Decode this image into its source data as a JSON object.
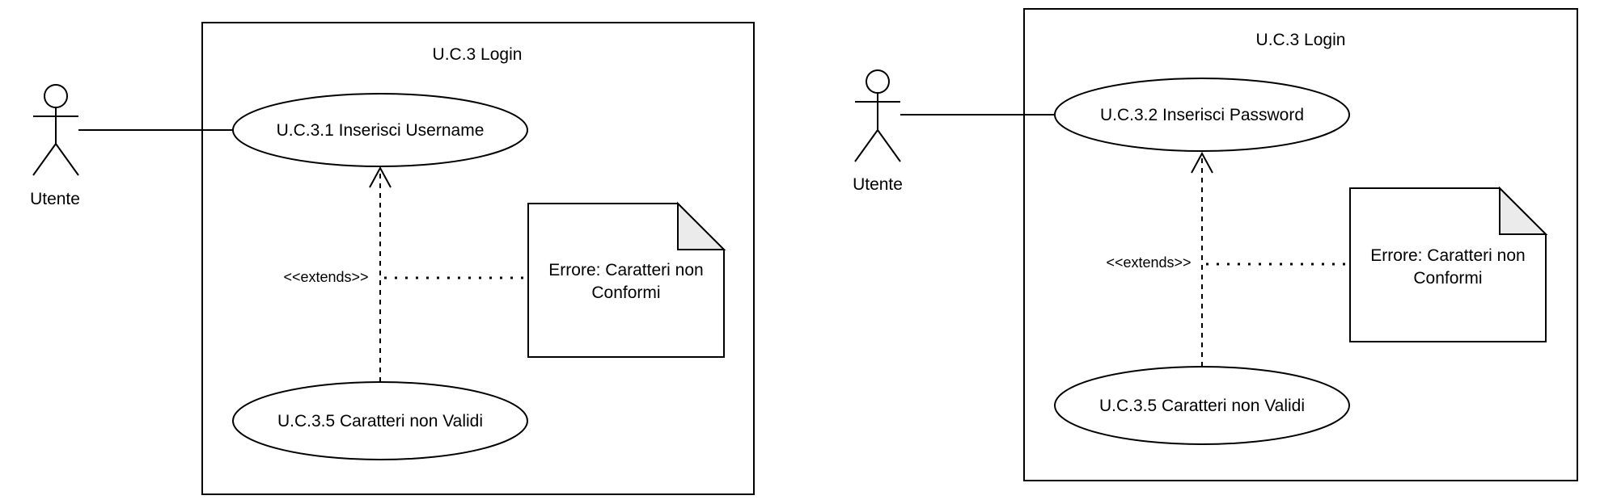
{
  "diagrams": [
    {
      "system_title": "U.C.3 Login",
      "actor_label": "Utente",
      "main_use_case": "U.C.3.1 Inserisci Username",
      "extension_use_case": "U.C.3.5 Caratteri non Validi",
      "relation_label": "<<extends>>",
      "note_lines": [
        "Errore: Caratteri non",
        "Conformi"
      ]
    },
    {
      "system_title": "U.C.3 Login",
      "actor_label": "Utente",
      "main_use_case": "U.C.3.2 Inserisci Password",
      "extension_use_case": "U.C.3.5 Caratteri non Validi",
      "relation_label": "<<extends>>",
      "note_lines": [
        "Errore: Caratteri non",
        "Conformi"
      ]
    }
  ]
}
